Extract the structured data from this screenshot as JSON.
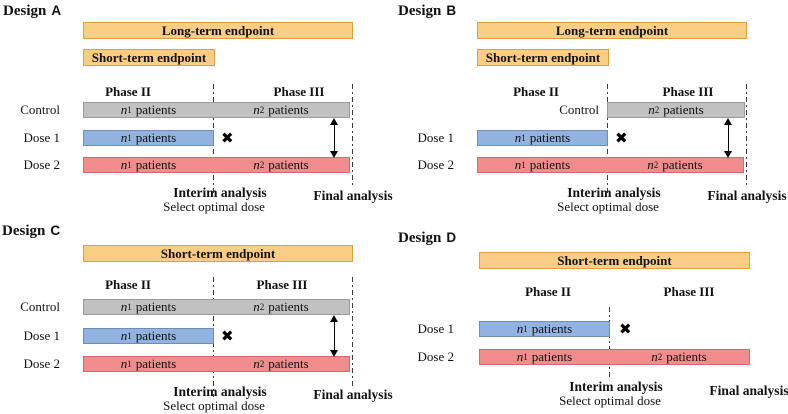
{
  "colors": {
    "endpoint_fill": "#FACD85",
    "endpoint_border": "#DFA13D",
    "control_fill": "#C1C1C3",
    "control_border": "#9A9A9A",
    "dose1_fill": "#92B3DF",
    "dose1_border": "#6B8EBF",
    "dose2_fill": "#EF8C8C",
    "dose2_border": "#D46A6A"
  },
  "panels": {
    "a": {
      "design_word": "Design",
      "letter": "A",
      "long_term_endpoint": "Long-term endpoint",
      "short_term_endpoint": "Short-term endpoint",
      "phase_ii": "Phase II",
      "phase_iii": "Phase III",
      "rows": {
        "control": {
          "label": "Control",
          "phase2": {
            "var": "n",
            "sub": "1",
            "word": "patients"
          },
          "phase3": {
            "var": "n",
            "sub": "2",
            "word": "patients"
          }
        },
        "dose1": {
          "label": "Dose 1",
          "phase2": {
            "var": "n",
            "sub": "1",
            "word": "patients"
          }
        },
        "dose2": {
          "label": "Dose 2",
          "phase2": {
            "var": "n",
            "sub": "1",
            "word": "patients"
          },
          "phase3": {
            "var": "n",
            "sub": "2",
            "word": "patients"
          }
        }
      },
      "stop_icon": "✖",
      "interim_analysis": "Interim analysis",
      "select_optimal_dose": "Select optimal dose",
      "final_analysis": "Final analysis"
    },
    "b": {
      "design_word": "Design",
      "letter": "B",
      "long_term_endpoint": "Long-term endpoint",
      "short_term_endpoint": "Short-term endpoint",
      "phase_ii": "Phase II",
      "phase_iii": "Phase III",
      "rows": {
        "control": {
          "label": "Control",
          "phase3": {
            "var": "n",
            "sub": "2",
            "word": "patients"
          }
        },
        "dose1": {
          "label": "Dose 1",
          "phase2": {
            "var": "n",
            "sub": "1",
            "word": "patients"
          }
        },
        "dose2": {
          "label": "Dose 2",
          "phase2": {
            "var": "n",
            "sub": "1",
            "word": "patients"
          },
          "phase3": {
            "var": "n",
            "sub": "2",
            "word": "patients"
          }
        }
      },
      "stop_icon": "✖",
      "interim_analysis": "Interim analysis",
      "select_optimal_dose": "Select optimal dose",
      "final_analysis": "Final analysis"
    },
    "c": {
      "design_word": "Design",
      "letter": "C",
      "short_term_endpoint": "Short-term endpoint",
      "phase_ii": "Phase II",
      "phase_iii": "Phase III",
      "rows": {
        "control": {
          "label": "Control",
          "phase2": {
            "var": "n",
            "sub": "1",
            "word": "patients"
          },
          "phase3": {
            "var": "n",
            "sub": "2",
            "word": "patients"
          }
        },
        "dose1": {
          "label": "Dose 1",
          "phase2": {
            "var": "n",
            "sub": "1",
            "word": "patients"
          }
        },
        "dose2": {
          "label": "Dose 2",
          "phase2": {
            "var": "n",
            "sub": "1",
            "word": "patients"
          },
          "phase3": {
            "var": "n",
            "sub": "2",
            "word": "patients"
          }
        }
      },
      "stop_icon": "✖",
      "interim_analysis": "Interim analysis",
      "select_optimal_dose": "Select optimal dose",
      "final_analysis": "Final analysis"
    },
    "d": {
      "design_word": "Design",
      "letter": "D",
      "short_term_endpoint": "Short-term endpoint",
      "phase_ii": "Phase II",
      "phase_iii": "Phase III",
      "rows": {
        "dose1": {
          "label": "Dose 1",
          "phase2": {
            "var": "n",
            "sub": "1",
            "word": "patients"
          }
        },
        "dose2": {
          "label": "Dose 2",
          "phase2": {
            "var": "n",
            "sub": "1",
            "word": "patients"
          },
          "phase3": {
            "var": "n",
            "sub": "2",
            "word": "patients"
          }
        }
      },
      "stop_icon": "✖",
      "interim_analysis": "Interim analysis",
      "select_optimal_dose": "Select optimal dose",
      "final_analysis": "Final analysis"
    }
  }
}
